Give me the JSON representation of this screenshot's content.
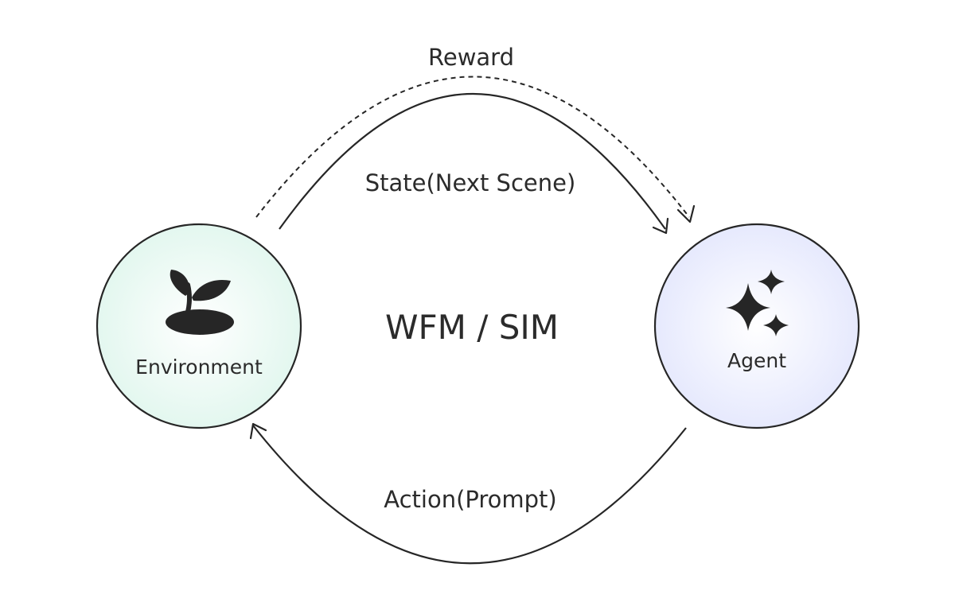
{
  "diagram": {
    "nodes": {
      "environment": {
        "label": "Environment",
        "icon": "sprout-icon",
        "fill_color": "#e6f7f0"
      },
      "agent": {
        "label": "Agent",
        "icon": "sparkles-icon",
        "fill_color": "#e9ecfd"
      }
    },
    "center_label": "WFM / SIM",
    "edges": {
      "reward": {
        "label": "Reward",
        "from": "environment",
        "to": "agent",
        "style": "dashed"
      },
      "state": {
        "label": "State(Next Scene)",
        "from": "environment",
        "to": "agent",
        "style": "solid"
      },
      "action": {
        "label": "Action(Prompt)",
        "from": "agent",
        "to": "environment",
        "style": "solid"
      }
    },
    "stroke_color": "#262626"
  }
}
